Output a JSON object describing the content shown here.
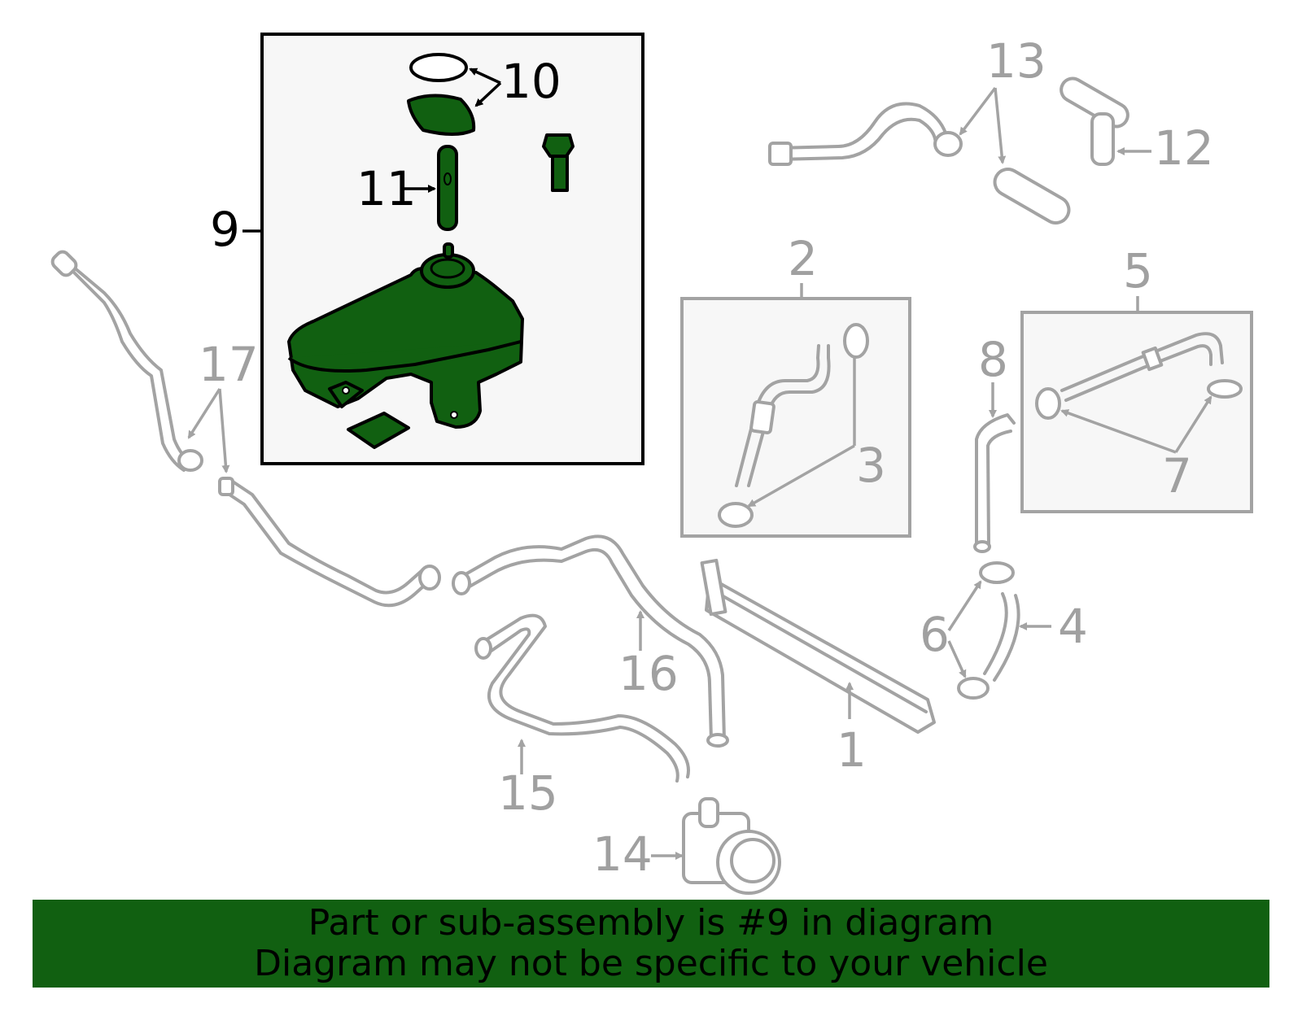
{
  "colors": {
    "highlight": "#116011",
    "gray_part": "#a3a3a3",
    "box_fill": "#f7f7f7"
  },
  "callouts": {
    "c1": "1",
    "c2": "2",
    "c3": "3",
    "c4": "4",
    "c5": "5",
    "c6": "6",
    "c7": "7",
    "c8": "8",
    "c9": "9",
    "c10": "10",
    "c11": "11",
    "c12": "12",
    "c13": "13",
    "c14": "14",
    "c15": "15",
    "c16": "16",
    "c17": "17"
  },
  "banner": {
    "line1": "Part or sub-assembly is #9 in diagram",
    "line2": "Diagram may not be specific to your vehicle"
  }
}
